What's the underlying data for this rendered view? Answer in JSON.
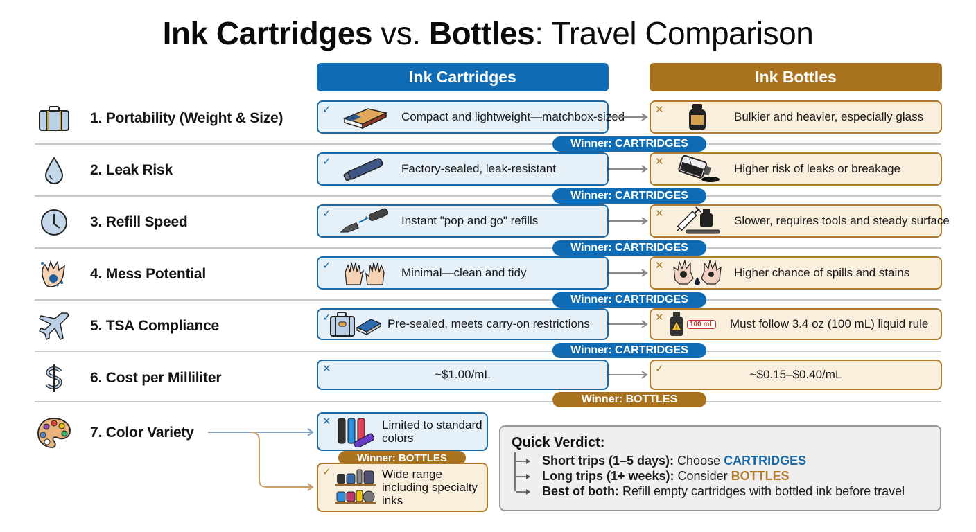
{
  "title": {
    "part1_bold": "Ink Cartridges",
    "part2": " vs. ",
    "part3_bold": "Bottles",
    "part4": ": Travel Comparison"
  },
  "columns": {
    "cartridges": "Ink Cartridges",
    "bottles": "Ink Bottles"
  },
  "colors": {
    "cartridge_blue": "#0f6bb4",
    "bottle_gold": "#a9721f",
    "cartridge_box_bg": "#e6f0f9",
    "bottle_box_bg": "#faefdc"
  },
  "rows": [
    {
      "label": "1. Portability (Weight & Size)",
      "icon": "suitcase-icon",
      "cartridge": {
        "mark": "✓",
        "thumb": "matchbox-icon",
        "text": "Compact and lightweight—matchbox-sized"
      },
      "bottle": {
        "mark": "✕",
        "thumb": "ink-bottle-icon",
        "text": "Bulkier and heavier, especially glass"
      },
      "winner": "Winner: CARTRIDGES"
    },
    {
      "label": "2. Leak Risk",
      "icon": "droplet-icon",
      "cartridge": {
        "mark": "✓",
        "thumb": "cartridge-icon",
        "text": "Factory-sealed, leak-resistant"
      },
      "bottle": {
        "mark": "✕",
        "thumb": "broken-bottle-icon",
        "text": "Higher risk of leaks or breakage"
      },
      "winner": "Winner: CARTRIDGES"
    },
    {
      "label": "3. Refill Speed",
      "icon": "clock-icon",
      "cartridge": {
        "mark": "✓",
        "thumb": "pen-cartridge-icon",
        "text": "Instant \"pop and go\" refills"
      },
      "bottle": {
        "mark": "✕",
        "thumb": "syringe-bottle-icon",
        "text": "Slower, requires tools and steady surface"
      },
      "winner": "Winner: CARTRIDGES"
    },
    {
      "label": "4. Mess Potential",
      "icon": "stained-hand-icon",
      "cartridge": {
        "mark": "✓",
        "thumb": "clean-hands-icon",
        "text": "Minimal—clean and tidy"
      },
      "bottle": {
        "mark": "✕",
        "thumb": "stained-hands-icon",
        "text": "Higher chance of spills and stains"
      },
      "winner": "Winner: CARTRIDGES"
    },
    {
      "label": "5. TSA Compliance",
      "icon": "airplane-icon",
      "cartridge": {
        "mark": "✓",
        "thumb": "luggage-cartridges-icon",
        "text": "Pre-sealed, meets carry-on restrictions"
      },
      "bottle": {
        "mark": "✕",
        "thumb": "warning-bottle-icon",
        "thumb_label": "100 mL",
        "text": "Must follow 3.4 oz (100 mL) liquid rule"
      },
      "winner": "Winner: CARTRIDGES"
    },
    {
      "label": "6. Cost per Milliliter",
      "icon": "dollar-icon",
      "cartridge": {
        "mark": "✕",
        "text": "~$1.00/mL"
      },
      "bottle": {
        "mark": "✓",
        "text": "~$0.15–$0.40/mL"
      },
      "winner": "Winner: BOTTLES"
    }
  ],
  "color_variety": {
    "label": "7. Color Variety",
    "icon": "palette-icon",
    "cartridge": {
      "mark": "✕",
      "thumb": "colored-cartridges-icon",
      "text": "Limited to standard colors"
    },
    "bottle": {
      "mark": "✓",
      "thumb": "ink-bottles-shelf-icon",
      "text": "Wide range including specialty inks"
    },
    "winner": "Winner: BOTTLES"
  },
  "verdict": {
    "heading": "Quick Verdict:",
    "lines": [
      {
        "bold": "Short trips (1–5 days):",
        "text": " Choose ",
        "highlight": "CARTRIDGES"
      },
      {
        "bold": "Long trips (1+ weeks):",
        "text": " Consider ",
        "highlight": "BOTTLES"
      },
      {
        "bold": "Best of both:",
        "text": " Refill empty cartridges with bottled ink before travel",
        "highlight": ""
      }
    ]
  }
}
